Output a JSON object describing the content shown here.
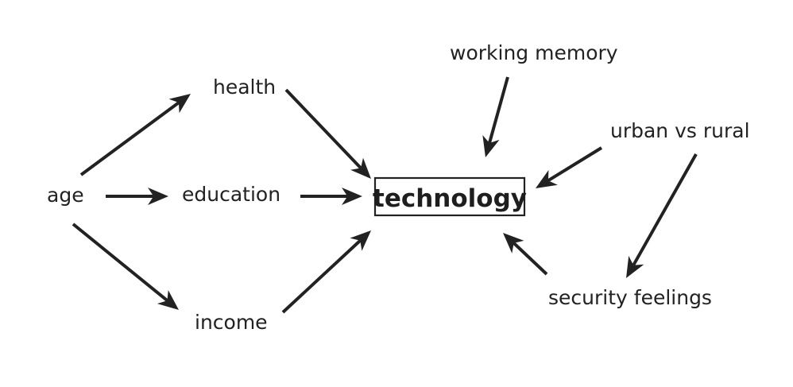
{
  "diagram": {
    "central": {
      "id": "technology",
      "label": "technology"
    },
    "nodes": [
      {
        "id": "age",
        "label": "age"
      },
      {
        "id": "health",
        "label": "health"
      },
      {
        "id": "education",
        "label": "education"
      },
      {
        "id": "income",
        "label": "income"
      },
      {
        "id": "working_memory",
        "label": "working memory"
      },
      {
        "id": "urban_vs_rural",
        "label": "urban vs rural"
      },
      {
        "id": "security_feelings",
        "label": "security feelings"
      }
    ],
    "edges": [
      {
        "from": "age",
        "to": "health"
      },
      {
        "from": "age",
        "to": "education"
      },
      {
        "from": "age",
        "to": "income"
      },
      {
        "from": "health",
        "to": "technology"
      },
      {
        "from": "education",
        "to": "technology"
      },
      {
        "from": "income",
        "to": "technology"
      },
      {
        "from": "working_memory",
        "to": "technology"
      },
      {
        "from": "urban_vs_rural",
        "to": "technology"
      },
      {
        "from": "urban_vs_rural",
        "to": "security_feelings"
      },
      {
        "from": "security_feelings",
        "to": "technology"
      }
    ],
    "colors": {
      "stroke": "#222222",
      "text": "#222222",
      "background": "#ffffff"
    }
  }
}
